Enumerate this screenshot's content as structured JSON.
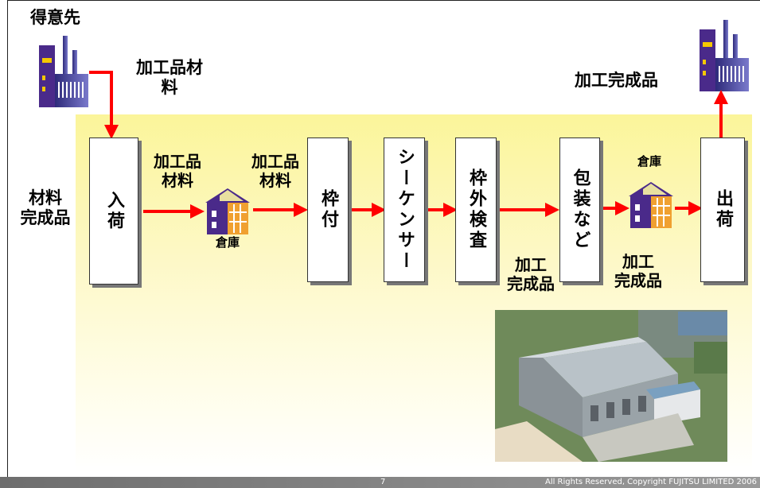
{
  "customer_label": "得意先",
  "input_material_label": "加工品材\n料",
  "finished_shipment_label": "加工完成品",
  "material_finished_label": "材料\n完成品",
  "processes": [
    {
      "id": "receiving",
      "label": "入荷"
    },
    {
      "id": "framing",
      "label": "枠付"
    },
    {
      "id": "sequencer",
      "label": "シーケンサー"
    },
    {
      "id": "frame-inspection",
      "label": "枠外検査"
    },
    {
      "id": "packaging",
      "label": "包装など"
    },
    {
      "id": "shipping",
      "label": "出荷"
    }
  ],
  "flow_labels": {
    "material_1": "加工品\n材料",
    "material_2": "加工品\n材料",
    "warehouse_1": "倉庫",
    "warehouse_2": "倉庫",
    "finished_1": "加工\n完成品",
    "finished_2": "加工\n完成品"
  },
  "footer": {
    "page_number": "7",
    "copyright": "All Rights Reserved, Copyright FUJITSU LIMITED 2006"
  },
  "colors": {
    "arrow": "#ff0000",
    "background_top": "#fbf59a",
    "factory": "#4a3a9a",
    "warehouse_wall": "#f0a030"
  }
}
